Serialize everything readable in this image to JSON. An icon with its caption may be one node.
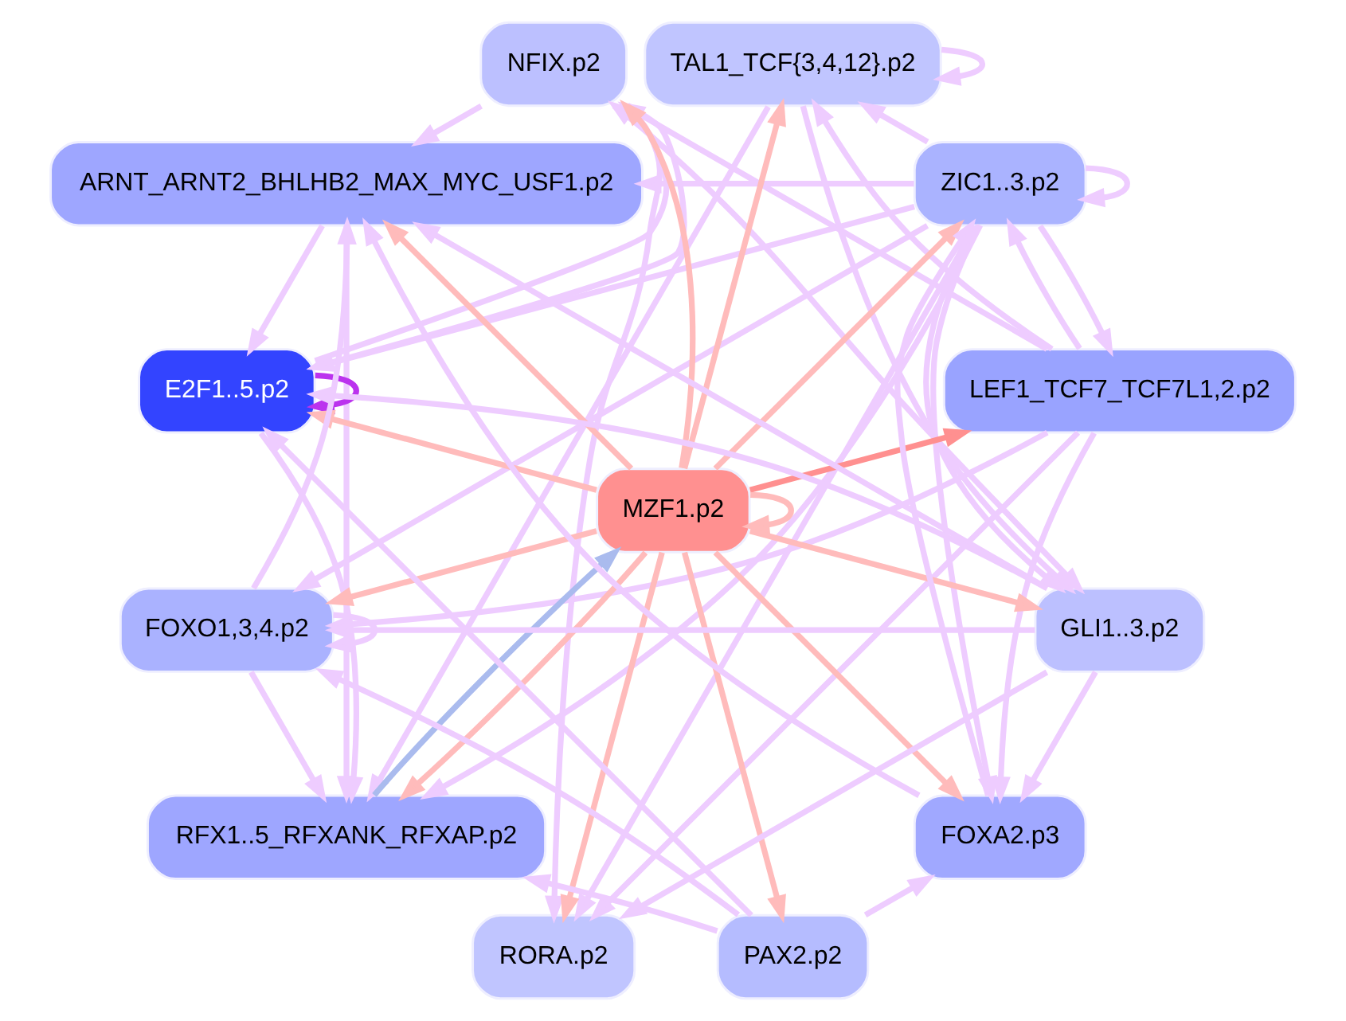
{
  "diagram": {
    "nodes": [
      {
        "text": [
          "LEF1_TCF7_TCF7L1,2.p2"
        ]
      },
      {
        "text": [
          "ZIC1..3.p2"
        ]
      },
      {
        "text": [
          "TAL1_TCF{3,4,12}.p2"
        ]
      },
      {
        "text": [
          "NFIX.p2"
        ]
      },
      {
        "text": [
          "ARNT_ARNT2_BHLHB2_MAX_MYC_USF1.p2"
        ]
      },
      {
        "text": [
          "E2F1..5.p2"
        ]
      },
      {
        "text": [
          "MZF1.p2"
        ]
      },
      {
        "text": [
          "FOXO1,3,4.p2"
        ]
      },
      {
        "text": [
          "RFX1..5_RFXANK_RFXAP.p2"
        ]
      },
      {
        "text": [
          "RORA.p2"
        ]
      },
      {
        "text": [
          "PAX2.p2"
        ]
      },
      {
        "text": [
          "FOXA2.p3"
        ]
      },
      {
        "text": [
          "GLI1..3.p2"
        ]
      }
    ],
    "edges": [
      {
        "from": 6,
        "to": 0,
        "arrow": "to",
        "color": "#ff9090"
      },
      {
        "from": 6,
        "to": 1,
        "arrow": "to",
        "color": "#ffbbbb"
      },
      {
        "from": 6,
        "to": 2,
        "arrow": "to",
        "color": "#ffbbbb"
      },
      {
        "from": 6,
        "to": 3,
        "arrow": "to",
        "color": "#ffbbbb"
      },
      {
        "from": 6,
        "to": 4,
        "arrow": "to",
        "color": "#ffbbbb"
      },
      {
        "from": 6,
        "to": 5,
        "arrow": "to",
        "color": "#ffbbbb"
      },
      {
        "from": 6,
        "to": 6,
        "arrow": "to",
        "color": "#ffbbbb"
      },
      {
        "from": 6,
        "to": 7,
        "arrow": "to",
        "color": "#ffbbbb"
      },
      {
        "from": 6,
        "to": 8,
        "arrow": "to",
        "color": "#ffbbbb"
      },
      {
        "from": 6,
        "to": 9,
        "arrow": "to",
        "color": "#ffbbbb"
      },
      {
        "from": 6,
        "to": 10,
        "arrow": "to",
        "color": "#ffbbbb"
      },
      {
        "from": 6,
        "to": 11,
        "arrow": "to",
        "color": "#ffbbbb"
      },
      {
        "from": 6,
        "to": 12,
        "arrow": "to",
        "color": "#ffbbbb"
      },
      {
        "from": 8,
        "to": 6,
        "arrow": "to",
        "color": "#aabbee"
      },
      {
        "from": 0,
        "to": 1,
        "arrow": "to"
      },
      {
        "from": 1,
        "to": 0,
        "arrow": "to"
      },
      {
        "from": 1,
        "to": 1,
        "arrow": "to"
      },
      {
        "from": 0,
        "to": 2,
        "arrow": "to"
      },
      {
        "from": 1,
        "to": 2,
        "arrow": "to"
      },
      {
        "from": 2,
        "to": 2,
        "arrow": "to"
      },
      {
        "from": 0,
        "to": 3,
        "arrow": "to"
      },
      {
        "from": 1,
        "to": 5,
        "arrow": "to"
      },
      {
        "from": 3,
        "to": 5,
        "arrow": "to"
      },
      {
        "from": 5,
        "to": 3,
        "arrow": "to"
      },
      {
        "from": 5,
        "to": 5,
        "arrow": "to",
        "color": "#bb33ee"
      },
      {
        "from": 4,
        "to": 5,
        "arrow": "to"
      },
      {
        "from": 5,
        "to": 8,
        "arrow": "to"
      },
      {
        "from": 1,
        "to": 8,
        "arrow": "to"
      },
      {
        "from": 4,
        "to": 8,
        "arrow": "to"
      },
      {
        "from": 7,
        "to": 4,
        "arrow": "to"
      },
      {
        "from": 7,
        "to": 7,
        "arrow": "to"
      },
      {
        "from": 7,
        "to": 8,
        "arrow": "to"
      },
      {
        "from": 1,
        "to": 4,
        "arrow": "to"
      },
      {
        "from": 3,
        "to": 4,
        "arrow": "to"
      },
      {
        "from": 11,
        "to": 4,
        "arrow": "to"
      },
      {
        "from": 12,
        "to": 4,
        "arrow": "to"
      },
      {
        "from": 1,
        "to": 7,
        "arrow": "to"
      },
      {
        "from": 0,
        "to": 7,
        "arrow": "to"
      },
      {
        "from": 10,
        "to": 7,
        "arrow": "to"
      },
      {
        "from": 12,
        "to": 7,
        "arrow": "to"
      },
      {
        "from": 0,
        "to": 9,
        "arrow": "to"
      },
      {
        "from": 1,
        "to": 9,
        "arrow": "to"
      },
      {
        "from": 3,
        "to": 9,
        "arrow": "to"
      },
      {
        "from": 12,
        "to": 9,
        "arrow": "to"
      },
      {
        "from": 0,
        "to": 11,
        "arrow": "to"
      },
      {
        "from": 1,
        "to": 11,
        "arrow": "to"
      },
      {
        "from": 12,
        "to": 11,
        "arrow": "to"
      },
      {
        "from": 10,
        "to": 11,
        "arrow": "to"
      },
      {
        "from": 2,
        "to": 12,
        "arrow": "to"
      },
      {
        "from": 1,
        "to": 12,
        "arrow": "to"
      },
      {
        "from": 3,
        "to": 12,
        "arrow": "to"
      },
      {
        "from": 12,
        "to": 5,
        "arrow": "to"
      },
      {
        "from": 10,
        "to": 5,
        "arrow": "to"
      },
      {
        "from": 10,
        "to": 8,
        "arrow": "to"
      },
      {
        "from": 2,
        "to": 8,
        "arrow": "to"
      },
      {
        "from": 11,
        "to": 1,
        "arrow": "to"
      }
    ]
  }
}
